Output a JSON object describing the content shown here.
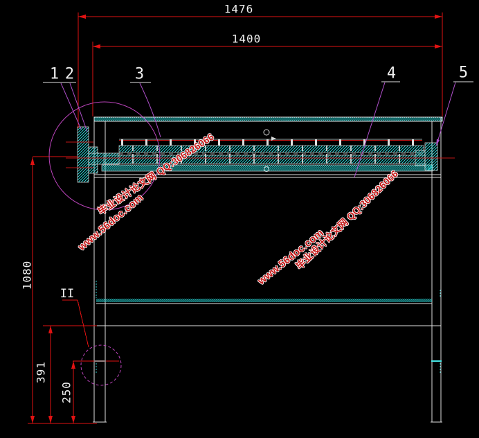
{
  "drawing": {
    "dim_total_width": "1476",
    "dim_inner_width": "1400",
    "dim_height": "1080",
    "dim_mid": "391",
    "dim_lower": "250",
    "callouts": [
      "1",
      "2",
      "3",
      "4",
      "5"
    ],
    "detail_label": "II"
  },
  "watermark": {
    "line1": "毕业设计论文网  QQ:306826066",
    "line2": "www.56doc.com"
  },
  "colors": {
    "background": "#000000",
    "dimension_red": "#e01212",
    "centerline_red": "#c01616",
    "hatch_cyan": "#2ed8d8",
    "outline_white": "#e8e8e8",
    "leader_magenta": "#b050cc",
    "detail_circle_magenta": "#bb44bb",
    "watermark_red": "#c41818"
  }
}
